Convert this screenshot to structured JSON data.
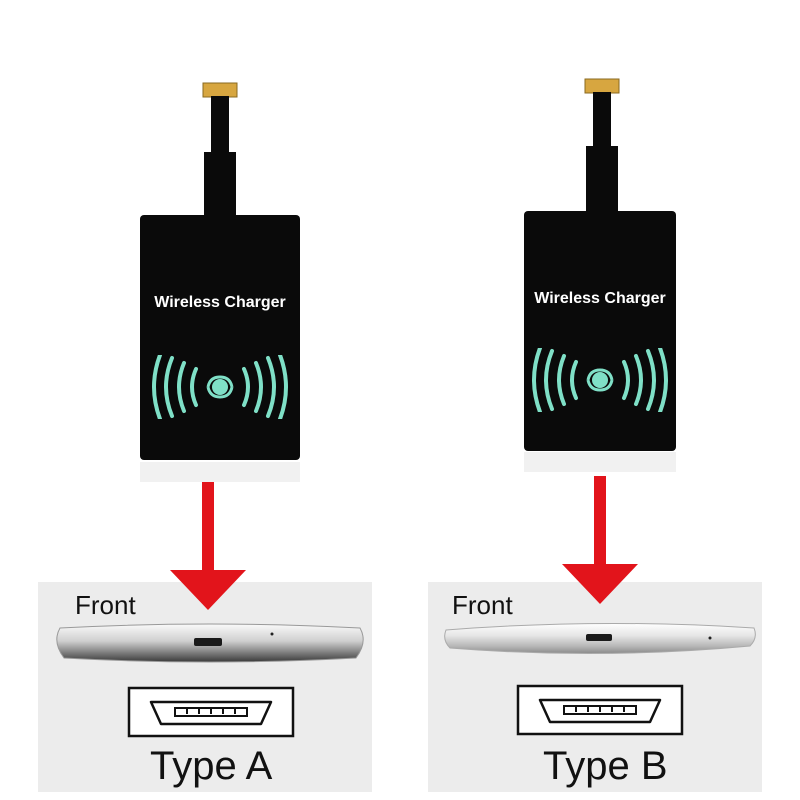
{
  "colors": {
    "pad": "#0a0a0a",
    "arrow": "#e2141b",
    "signal": "#7fe0c7",
    "panel_bg": "#ececec",
    "contact": "#d7a640"
  },
  "left": {
    "pad_label": "Wireless Charger",
    "front_label": "Front",
    "type_label": "Type A"
  },
  "right": {
    "pad_label": "Wireless Charger",
    "front_label": "Front",
    "type_label": "Type B"
  },
  "icons": [
    "wireless-signal-icon",
    "down-arrow-icon",
    "micro-usb-port-icon"
  ]
}
